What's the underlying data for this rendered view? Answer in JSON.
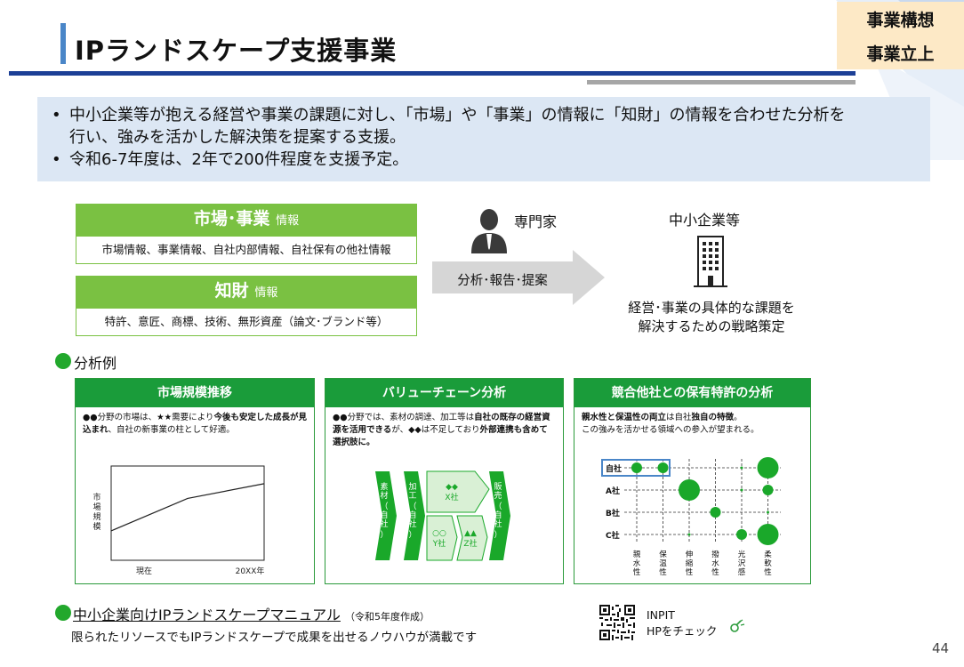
{
  "header": {
    "title": "IPランドスケープ支援事業",
    "tags": [
      "事業構想",
      "事業立上"
    ]
  },
  "summary": {
    "bullets": [
      "中小企業等が抱える経営や事業の課題に対し、「市場」や「事業」の情報に「知財」の情報を合わせた分析を",
      "行い、強みを活かした解決策を提案する支援。",
      "令和6-7年度は、2年で200件程度を支援予定。"
    ],
    "bullet_symbol": "•"
  },
  "info": {
    "market_title": "市場･事業",
    "market_suffix": "情報",
    "market_body": "市場情報、事業情報、自社内部情報、自社保有の他社情報",
    "ip_title": "知財",
    "ip_suffix": "情報",
    "ip_body": "特許、意匠、商標、技術、無形資産（論文･ブランド等）",
    "arrow_label": "分析･報告･提案",
    "expert_label": "専門家",
    "sme_label": "中小企業等",
    "sme_desc_1": "経営･事業の具体的な課題を",
    "sme_desc_2": "解決するための戦略策定"
  },
  "examples": {
    "label": "分析例",
    "panels": [
      {
        "title": "市場規模推移",
        "text_1": "●●分野の市場は、★★需要により",
        "text_1b": "今後も安定した成",
        "text_2b": "長が見込まれ",
        "text_2": "、自社の新事業の柱として好適。",
        "ylabel": [
          "市",
          "場",
          "規",
          "模"
        ],
        "x_start": "現在",
        "x_end": "20XX年"
      },
      {
        "title": "バリューチェーン分析",
        "text_1": "●●分野では、素材の調達、加工等は",
        "text_1b": "自社の既存の",
        "text_2b": "経営資源を活用できる",
        "text_2": "が、◆◆は不足しており",
        "text_2c": "外部連",
        "text_3b": "携も含めて選択肢に。",
        "chain": {
          "material": [
            "素",
            "材",
            "（",
            "自",
            "社",
            "）"
          ],
          "process": [
            "加",
            "工",
            "（",
            "自",
            "社",
            "）"
          ],
          "x_mark": "◆◆",
          "x_name": "X社",
          "y_mark": "○○",
          "y_name": "Y社",
          "z_mark": "▲▲",
          "z_name": "Z社",
          "sales": [
            "販",
            "売",
            "（",
            "自",
            "社",
            "）"
          ]
        }
      },
      {
        "title": "競合他社との保有特許の分析",
        "text_1b": "親水性と保温性の両立",
        "text_1": "は自社",
        "text_1c": "独自の特徴",
        "text_1d": "。",
        "text_2": "この強みを活かせる領域への参入が望まれる。",
        "rows": [
          "自社",
          "A社",
          "B社",
          "C社"
        ],
        "cols": [
          [
            "親",
            "水",
            "性"
          ],
          [
            "保",
            "温",
            "性"
          ],
          [
            "伸",
            "縮",
            "性"
          ],
          [
            "撥",
            "水",
            "性"
          ],
          [
            "光",
            "沢",
            "感"
          ],
          [
            "柔",
            "軟",
            "性"
          ]
        ]
      }
    ]
  },
  "chart_data": {
    "type": "line",
    "title": "市場規模推移",
    "xlabel": "",
    "ylabel": "市場規模",
    "x": [
      "現在",
      "",
      "20XX年"
    ],
    "series": [
      {
        "values": [
          1,
          2.1,
          2.6
        ]
      }
    ],
    "ylim": [
      0,
      3.2
    ],
    "grid": false
  },
  "bubble_data": {
    "rows": [
      "自社",
      "A社",
      "B社",
      "C社"
    ],
    "cols": [
      "親水性",
      "保温性",
      "伸縮性",
      "撥水性",
      "光沢感",
      "柔軟性"
    ],
    "sizes": [
      [
        2,
        2,
        0,
        0,
        0.5,
        4
      ],
      [
        0,
        0,
        4,
        0,
        0.5,
        2
      ],
      [
        0,
        0,
        0,
        2,
        0,
        0.5
      ],
      [
        0,
        0,
        0.5,
        0,
        2,
        4
      ]
    ],
    "color": "#1aa82a"
  },
  "footer": {
    "title": "中小企業向けIPランドスケープマニュアル",
    "title_note": "（令和5年度作成）",
    "subtitle": "限られたリソースでもIPランドスケープで成果を出せるノウハウが満載です",
    "inpit_1": "INPIT",
    "inpit_2": "HPをチェック",
    "page_number": "44"
  },
  "colors": {
    "accent_blue": "#1c3f96",
    "green_light": "#7ac142",
    "green_dark": "#1a9c3a",
    "tag_bg": "#fde9c6",
    "summary_bg": "#dce7f4"
  }
}
